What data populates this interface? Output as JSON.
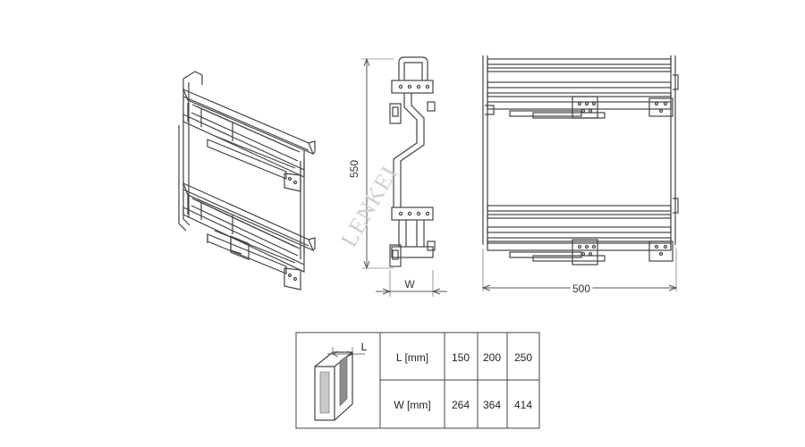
{
  "watermark": "LENKEI",
  "dimensions": {
    "height": "550",
    "width_symbol": "W",
    "depth": "500"
  },
  "table": {
    "icon_label": "L",
    "rows": [
      {
        "label": "L [mm]",
        "values": [
          "150",
          "200",
          "250"
        ]
      },
      {
        "label": "W [mm]",
        "values": [
          "264",
          "364",
          "414"
        ]
      }
    ]
  },
  "colors": {
    "line": "#444444",
    "dim_line": "#555555",
    "table_border": "#444444"
  }
}
